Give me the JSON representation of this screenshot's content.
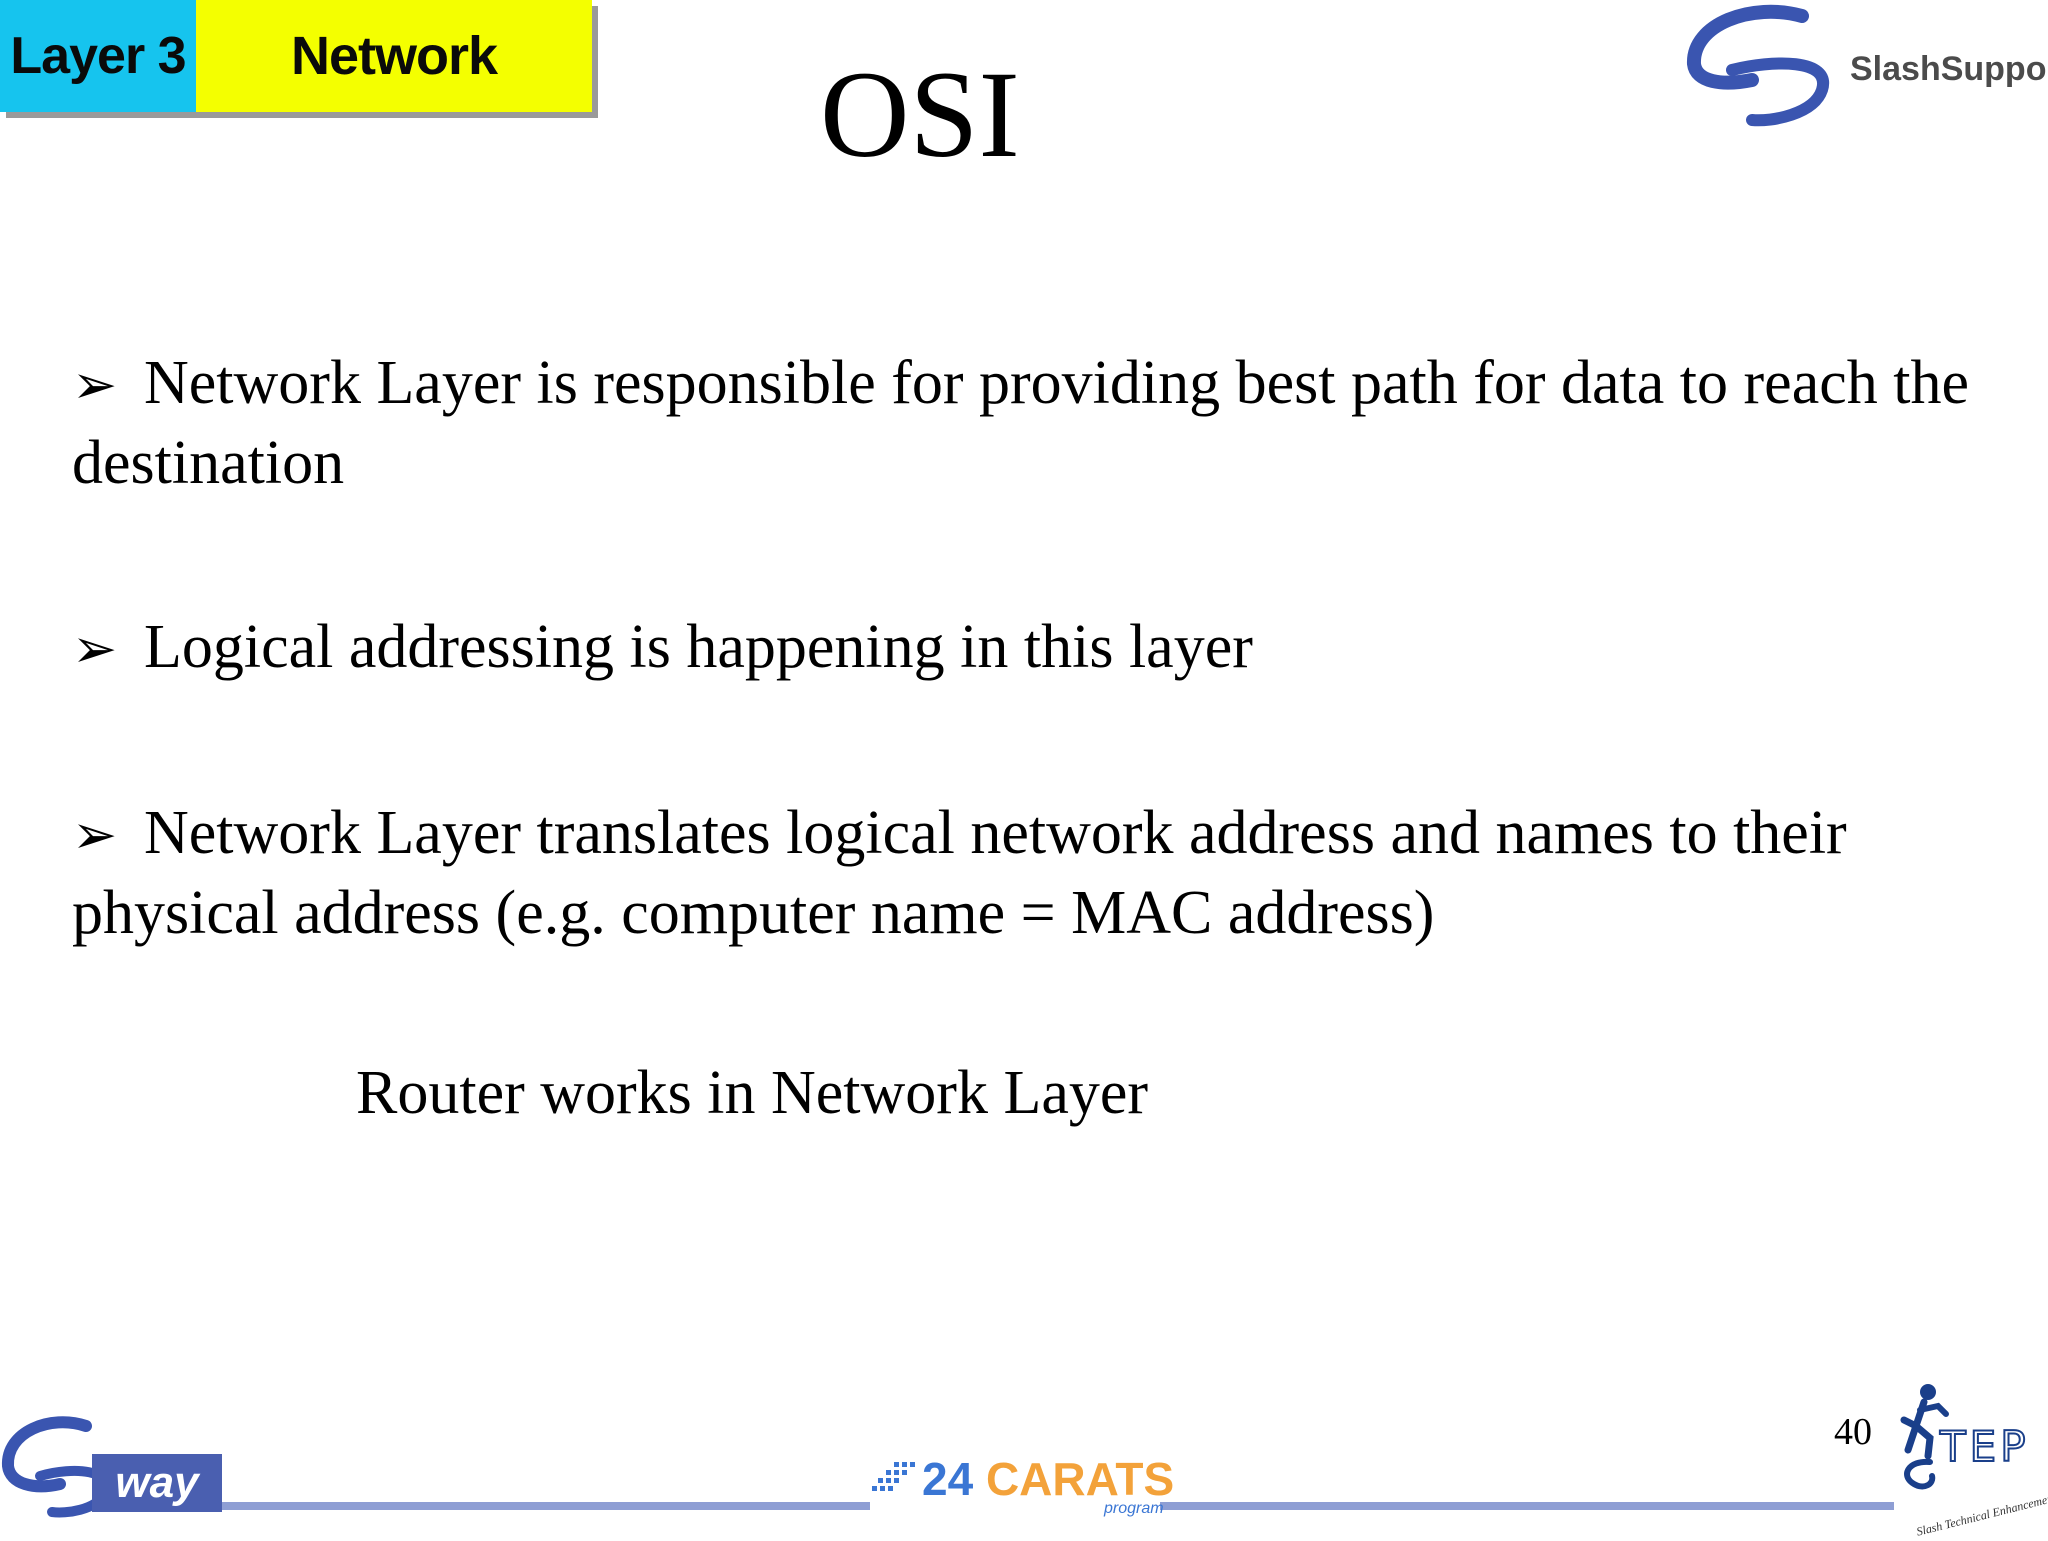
{
  "header": {
    "layer_number": "Layer 3",
    "layer_name": "Network",
    "title": "OSI",
    "logo_text": "SlashSupport"
  },
  "bullets": [
    "Network Layer is responsible for providing best path for data to reach the destination",
    "Logical addressing is happening in this layer",
    "Network Layer translates logical network address and names to their physical address (e.g. computer name = MAC address)"
  ],
  "bullet_marker": "➢",
  "note": "Router works in Network Layer",
  "footer": {
    "sway_text": "way",
    "carats_number": "24",
    "carats_word": "CARATS",
    "carats_sub": "program",
    "page_number": "40",
    "step_text": "TEP",
    "step_sub": "Slash Technical Enhancement Program"
  },
  "colors": {
    "tab_cyan": "#16c4ee",
    "tab_yellow": "#f4ff00",
    "logo_blue": "#3a55b0",
    "footer_line": "#8e9ed4"
  }
}
